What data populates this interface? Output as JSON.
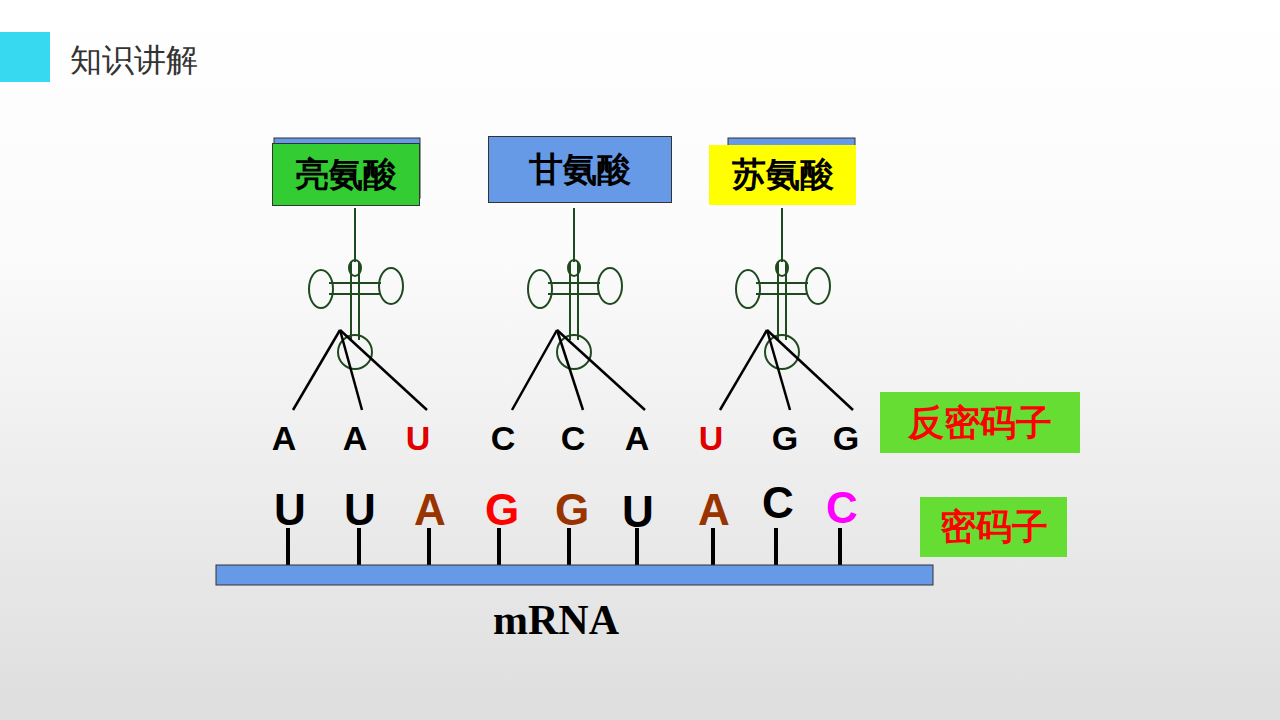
{
  "diagram": {
    "title": "知识讲解",
    "nodes": [
      {
        "text": [
          "亮氨酸"
        ]
      },
      {
        "text": [
          "甘氨酸"
        ]
      },
      {
        "text": [
          "苏氨酸"
        ]
      },
      {
        "text": [
          "反密码子"
        ]
      },
      {
        "text": [
          "密码子"
        ]
      }
    ],
    "labels": [
      "A",
      "A",
      "U",
      "C",
      "C",
      "A",
      "U",
      "G",
      "G",
      "U",
      "U",
      "A",
      "G",
      "G",
      "U",
      "A",
      "C",
      "C",
      "mRNA"
    ]
  }
}
